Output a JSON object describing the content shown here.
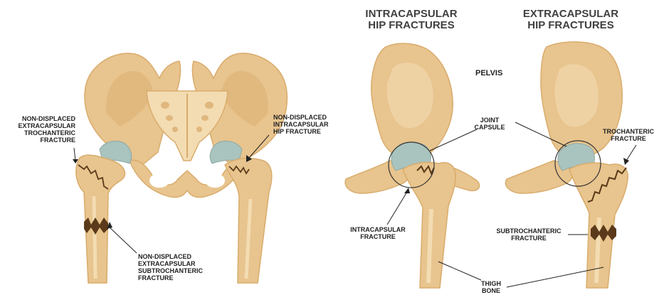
{
  "titles": {
    "intracapsular": [
      "INTRACAPSULAR",
      "HIP FRACTURES"
    ],
    "extracapsular": [
      "EXTRACAPSULAR",
      "HIP FRACTURES"
    ]
  },
  "labels": {
    "trochanteric_left": [
      "NON-DISPLACED",
      "EXTRACAPSULAR",
      "TROCHANTERIC",
      "FRACTURE"
    ],
    "intracapsular_hip": [
      "NON-DISPLACED",
      "INTRACAPSULAR",
      "HIP FRACTURE"
    ],
    "subtrochanteric_left": [
      "NON-DISPLACED",
      "EXTRACAPSULAR",
      "SUBTROCHANTERIC",
      "FRACTURE"
    ],
    "pelvis": "PELVIS",
    "joint_capsule": [
      "JOINT",
      "CAPSULE"
    ],
    "intracapsular_fracture": [
      "INTRACAPSULAR",
      "FRACTURE"
    ],
    "trochanteric_fracture": [
      "TROCHANTERIC",
      "FRACTURE"
    ],
    "subtrochanteric_fracture": [
      "SUBTROCHANTERIC",
      "FRACTURE"
    ],
    "thigh_bone": [
      "THIGH",
      "BONE"
    ]
  },
  "colors": {
    "bone": "#E8C48E",
    "bone_light": "#F3DCB2",
    "bone_shadow": "#D9AC6C",
    "cartilage": "#A9C3BE",
    "fracture": "#5A3A1A",
    "label_text": "#222222",
    "title_text": "#3F3F3F"
  }
}
